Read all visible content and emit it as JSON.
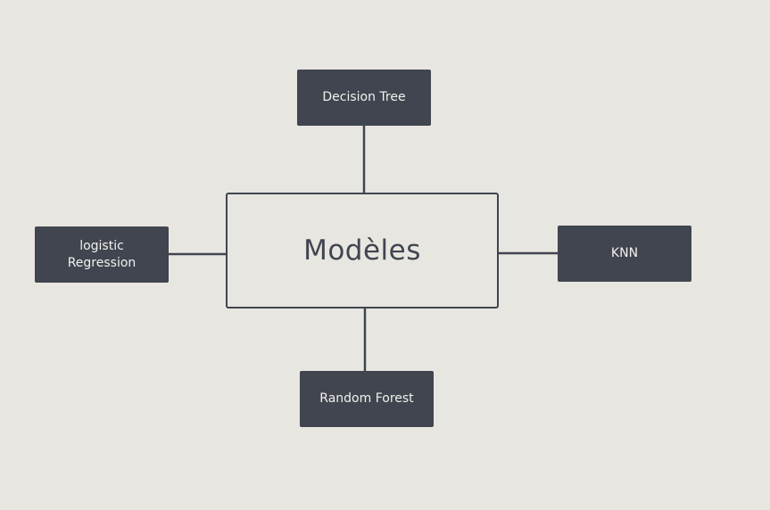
{
  "diagram": {
    "center": {
      "label": "Modèles"
    },
    "nodes": {
      "top": {
        "label": "Decision Tree"
      },
      "left": {
        "label": "logistic\nRegression"
      },
      "right": {
        "label": "KNN"
      },
      "bottom": {
        "label": "Random Forest"
      }
    }
  },
  "colors": {
    "background": "#e8e6e0",
    "node_fill": "#404550",
    "node_text": "#f2f1ec",
    "connector": "#404550"
  }
}
